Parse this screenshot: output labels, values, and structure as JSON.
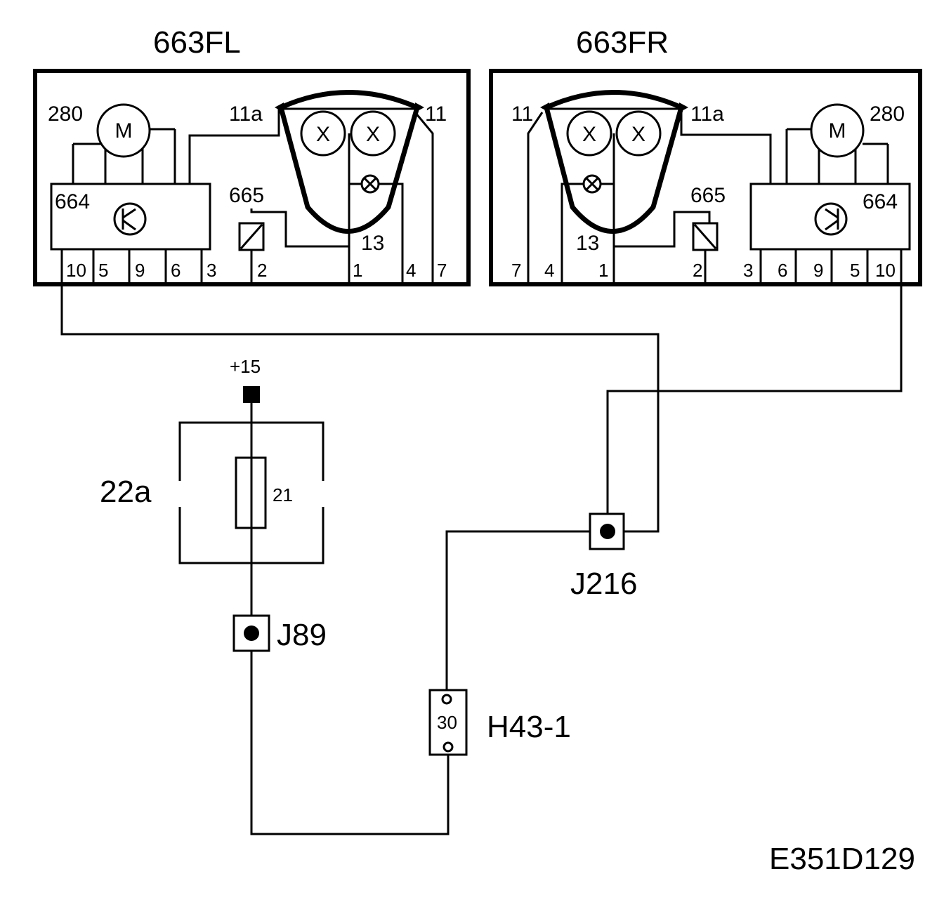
{
  "modules": [
    {
      "title": "663FL",
      "motor": "M",
      "motor_ref": "280",
      "control_unit": "664",
      "relay": "665",
      "lamp_top_left": "11a",
      "lamp_top_right": "11",
      "lamp_bottom": "13",
      "bulb_symbol": "X",
      "pins": [
        "10",
        "5",
        "9",
        "6",
        "3",
        "2",
        "1",
        "4",
        "7"
      ]
    },
    {
      "title": "663FR",
      "motor": "M",
      "motor_ref": "280",
      "control_unit": "664",
      "relay": "665",
      "lamp_top_left": "11",
      "lamp_top_right": "11a",
      "lamp_bottom": "13",
      "bulb_symbol": "X",
      "pins": [
        "7",
        "4",
        "1",
        "2",
        "3",
        "6",
        "9",
        "5",
        "10"
      ]
    }
  ],
  "supply": "+15",
  "fuse_box": "22a",
  "fuse": "21",
  "connectors": {
    "j89": "J89",
    "j216": "J216",
    "h43": "H43-1",
    "h43_pin": "30"
  },
  "drawing_code": "E351D129"
}
